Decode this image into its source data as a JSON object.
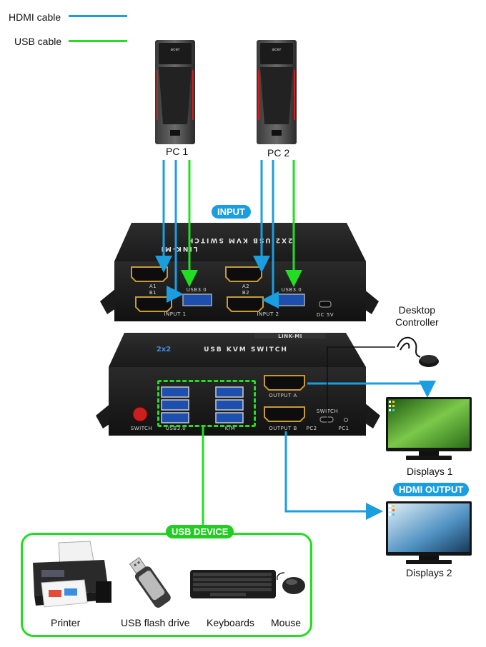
{
  "legend": {
    "hdmi_label": "HDMI cable",
    "usb_label": "USB cable"
  },
  "colors": {
    "hdmi": "#1a9ee0",
    "usb": "#22dd22",
    "pill_blue": "#1a9ee0",
    "pill_green": "#22cc22"
  },
  "pcs": {
    "pc1_label": "PC 1",
    "pc2_label": "PC 2",
    "brand": "acer"
  },
  "input_panel": {
    "tag": "INPUT",
    "brand": "LINK-MI",
    "model": "2X2 USB KVM SWITCH",
    "port_a1": "A1",
    "port_b1": "B1",
    "port_a2": "A2",
    "port_b2": "B2",
    "usb1": "USB3.0",
    "usb2": "USB3.0",
    "input1": "INPUT 1",
    "input2": "INPUT 2",
    "dc": "DC 5V"
  },
  "output_panel": {
    "brand": "LINK-MI",
    "badge": "2x2",
    "model": "USB KVM SWITCH",
    "switch_btn": "SWITCH",
    "usb_group": "USB3.0",
    "km_group": "K/M",
    "output_a": "OUTPUT A",
    "output_b": "OUTPUT B",
    "switch_port": "SWITCH",
    "pc2": "PC2",
    "pc1": "PC1"
  },
  "controller": {
    "label": "Desktop\nController"
  },
  "displays": {
    "display1": "Displays 1",
    "display2": "Displays 2",
    "hdmi_output": "HDMI OUTPUT"
  },
  "usb_devices": {
    "title": "USB DEVICE",
    "printer": "Printer",
    "flash": "USB flash drive",
    "keyboard": "Keyboards",
    "mouse": "Mouse"
  }
}
